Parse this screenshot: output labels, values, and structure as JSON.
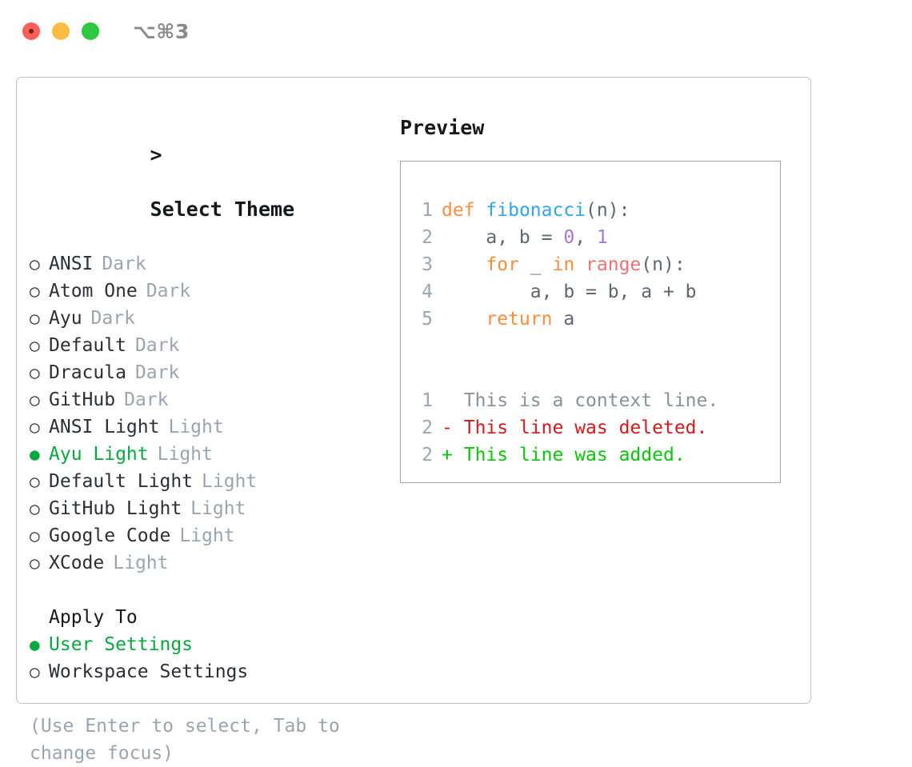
{
  "window": {
    "shortcut_label": "⌥⌘3",
    "traffic_lights": [
      "close-red",
      "minimize-yellow",
      "maximize-green"
    ]
  },
  "colors": {
    "accent_green": "#07a93f",
    "muted_gray": "#9aa5b1",
    "border": "#9aa5b1",
    "frame_border": "#bcc3cc",
    "keyword_orange": "#fa8d3e",
    "function_blue": "#2fa5eb",
    "number_purple": "#a37acc",
    "builtin_red": "#f07171",
    "diff_delete": "#d21b1b",
    "diff_add": "#0ac60a"
  },
  "theme_picker": {
    "heading_caret": ">",
    "heading": "Select Theme",
    "bullet_selected": "●",
    "bullet_unselected": "○",
    "items": [
      {
        "name": "ANSI",
        "variant": "Dark",
        "selected": false
      },
      {
        "name": "Atom One",
        "variant": "Dark",
        "selected": false
      },
      {
        "name": "Ayu",
        "variant": "Dark",
        "selected": false
      },
      {
        "name": "Default",
        "variant": "Dark",
        "selected": false
      },
      {
        "name": "Dracula",
        "variant": "Dark",
        "selected": false
      },
      {
        "name": "GitHub",
        "variant": "Dark",
        "selected": false
      },
      {
        "name": "ANSI Light",
        "variant": "Light",
        "selected": false
      },
      {
        "name": "Ayu Light",
        "variant": "Light",
        "selected": true
      },
      {
        "name": "Default Light",
        "variant": "Light",
        "selected": false
      },
      {
        "name": "GitHub Light",
        "variant": "Light",
        "selected": false
      },
      {
        "name": "Google Code",
        "variant": "Light",
        "selected": false
      },
      {
        "name": "XCode",
        "variant": "Light",
        "selected": false
      }
    ]
  },
  "apply_to": {
    "heading": "Apply To",
    "items": [
      {
        "label": "User Settings",
        "selected": true
      },
      {
        "label": "Workspace Settings",
        "selected": false
      }
    ]
  },
  "hint": "(Use Enter to select, Tab to change focus)",
  "preview": {
    "title": "Preview",
    "code_lines": [
      {
        "num": "1",
        "tokens": [
          {
            "t": "def",
            "c": "tok-kw"
          },
          {
            "t": " ",
            "c": "tok-txt"
          },
          {
            "t": "fibonacci",
            "c": "tok-fn"
          },
          {
            "t": "(n):",
            "c": "tok-punc"
          }
        ]
      },
      {
        "num": "2",
        "tokens": [
          {
            "t": "    a, b = ",
            "c": "tok-txt"
          },
          {
            "t": "0",
            "c": "tok-num"
          },
          {
            "t": ", ",
            "c": "tok-punc"
          },
          {
            "t": "1",
            "c": "tok-num"
          }
        ]
      },
      {
        "num": "3",
        "tokens": [
          {
            "t": "    ",
            "c": "tok-txt"
          },
          {
            "t": "for",
            "c": "tok-kw"
          },
          {
            "t": " _ ",
            "c": "tok-txt"
          },
          {
            "t": "in",
            "c": "tok-kw"
          },
          {
            "t": " ",
            "c": "tok-txt"
          },
          {
            "t": "range",
            "c": "tok-fnc"
          },
          {
            "t": "(n):",
            "c": "tok-punc"
          }
        ]
      },
      {
        "num": "4",
        "tokens": [
          {
            "t": "        a, b = b, a + b",
            "c": "tok-txt"
          }
        ]
      },
      {
        "num": "5",
        "tokens": [
          {
            "t": "    ",
            "c": "tok-txt"
          },
          {
            "t": "return",
            "c": "tok-kw"
          },
          {
            "t": " a",
            "c": "tok-txt"
          }
        ]
      }
    ],
    "diff_lines": [
      {
        "num": "1",
        "marker": " ",
        "text": "This is a context line.",
        "kind": "diff-ctx"
      },
      {
        "num": "2",
        "marker": "-",
        "text": "This line was deleted.",
        "kind": "diff-del"
      },
      {
        "num": "2",
        "marker": "+",
        "text": "This line was added.",
        "kind": "diff-add"
      }
    ]
  }
}
